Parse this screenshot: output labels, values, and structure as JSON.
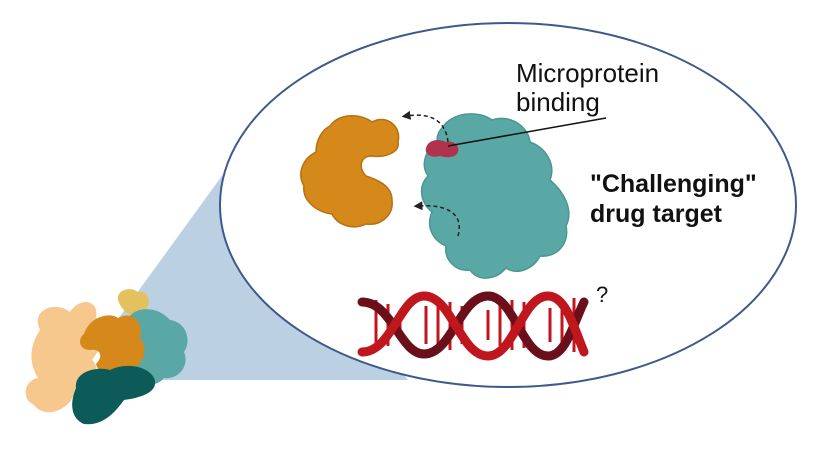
{
  "labels": {
    "microprotein_line1": "Microprotein",
    "microprotein_line2": "binding",
    "target_line1": "\"Challenging\"",
    "target_line2": "drug target",
    "question_mark": "?"
  },
  "colors": {
    "bubble_outline": "#3d5a8a",
    "zoom_cone": "#b7cde0",
    "orange_protein": "#d4891a",
    "teal_protein": "#5aa8a6",
    "microprotein": "#b0334e",
    "dna_dark": "#6b0f1a",
    "dna_red": "#c0161e",
    "complex_dark_teal": "#0c5b58",
    "complex_peach": "#f6c88e",
    "complex_yellow": "#e3c15f"
  }
}
